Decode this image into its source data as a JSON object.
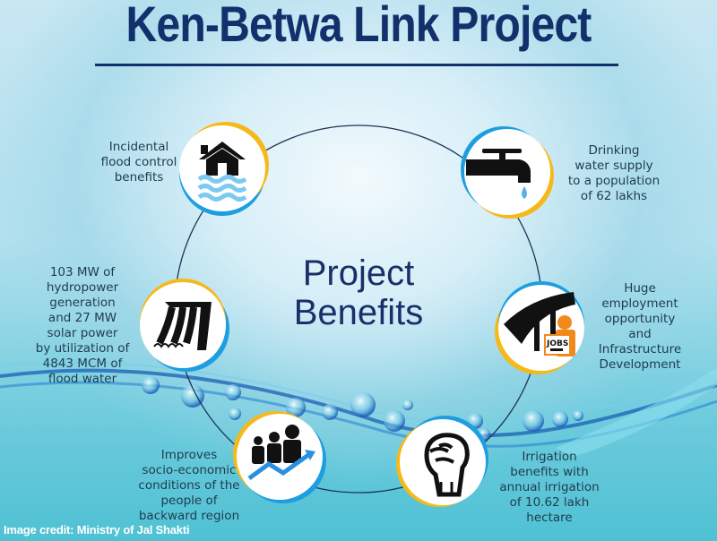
{
  "header": {
    "title": "Ken-Betwa Link Project"
  },
  "center": {
    "line1": "Project",
    "line2": "Benefits"
  },
  "benefits": [
    {
      "id": "flood",
      "icon": "flooded-house-icon",
      "text": "Incidental\nflood control\nbenefits"
    },
    {
      "id": "water",
      "icon": "water-tap-icon",
      "text": "Drinking\nwater supply\nto a population\nof 62 lakhs"
    },
    {
      "id": "hydro",
      "icon": "dam-icon",
      "text": "103 MW of\nhydropower\ngeneration\nand 27 MW\nsolar power\nby utilization of\n4843 MCM of\nflood water"
    },
    {
      "id": "jobs",
      "icon": "jobs-infrastructure-icon",
      "text": "Huge\nemployment\nopportunity\nand\nInfrastructure\nDevelopment",
      "badge": "JOBS"
    },
    {
      "id": "socio",
      "icon": "people-growth-icon",
      "text": "Improves\nsocio-economic\nconditions of the\npeople of\nbackward region"
    },
    {
      "id": "irrigation",
      "icon": "raised-fist-icon",
      "text": "Irrigation\nbenefits with\nannual irrigation\nof 10.62 lakh\nhectare"
    }
  ],
  "footer": {
    "credit": "Image credit: Ministry of Jal Shakti"
  },
  "colors": {
    "title": "#12306b",
    "ring_yellow": "#f6b91a",
    "ring_blue": "#1e9ee0",
    "text": "#1f3b4d",
    "jobs_orange": "#f08a1c"
  }
}
